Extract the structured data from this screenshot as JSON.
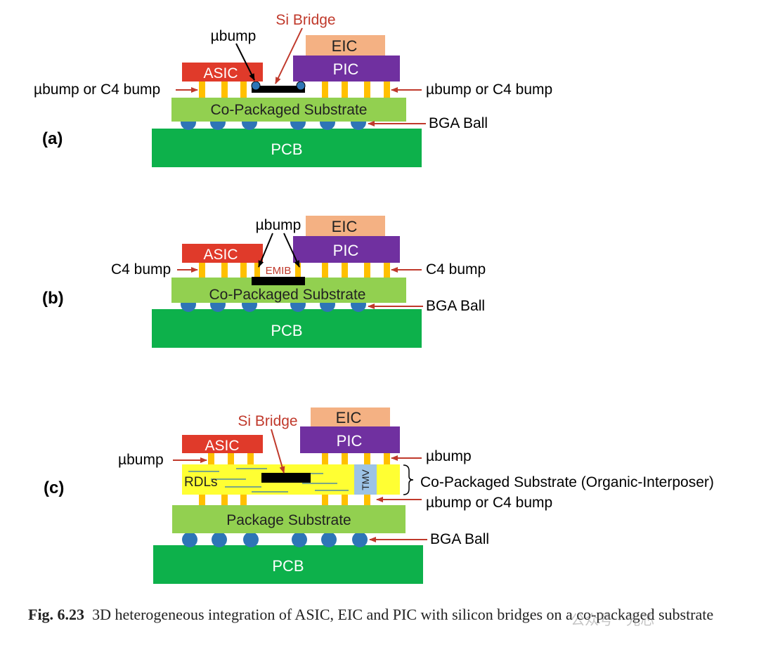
{
  "panels": [
    {
      "id": "a",
      "tag": "(a)",
      "labels": {
        "pcb": "PCB",
        "substrate": "Co-Packaged Substrate",
        "asic": "ASIC",
        "pic": "PIC",
        "eic": "EIC",
        "bridge": "Si Bridge",
        "ubump": "µbump",
        "left_bump": "µbump or C4 bump",
        "right_bump": "µbump or C4 bump",
        "bga": "BGA Ball"
      }
    },
    {
      "id": "b",
      "tag": "(b)",
      "labels": {
        "pcb": "PCB",
        "substrate": "Co-Packaged Substrate",
        "asic": "ASIC",
        "pic": "PIC",
        "eic": "EIC",
        "emib": "EMIB",
        "ubump": "µbump",
        "left_bump": "C4 bump",
        "right_bump": "C4 bump",
        "bga": "BGA Ball"
      }
    },
    {
      "id": "c",
      "tag": "(c)",
      "labels": {
        "pcb": "PCB",
        "package_substrate": "Package Substrate",
        "interposer": "Co-Packaged Substrate (Organic-Interposer)",
        "asic": "ASIC",
        "pic": "PIC",
        "eic": "EIC",
        "bridge": "Si Bridge",
        "rdls": "RDLs",
        "tmv": "TMV",
        "left_bump": "µbump",
        "right_bump": "µbump",
        "lower_bump": "µbump or C4 bump",
        "bga": "BGA Ball"
      }
    }
  ],
  "caption": {
    "label": "Fig. 6.23",
    "text": "3D heterogeneous integration of ASIC, EIC and PIC with silicon bridges on a co-packaged substrate"
  },
  "watermark": "公众号 · 光芯",
  "colors": {
    "pcb": "#0db14b",
    "substrate": "#92d050",
    "asic": "#e03a2a",
    "pic": "#7030a0",
    "eic": "#f4b183",
    "bump": "#ffc000",
    "bga": "#2e75b6",
    "bridge": "#000000",
    "interposer": "#ffff33",
    "tmv": "#9dc3e6",
    "arrow_red": "#c0392b",
    "label_red": "#c0392b"
  }
}
